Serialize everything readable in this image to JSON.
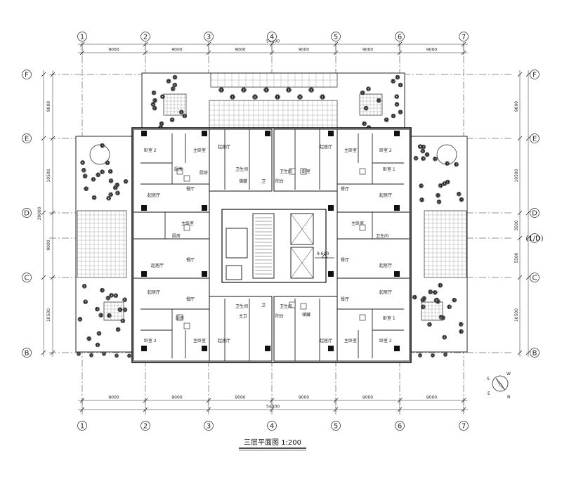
{
  "title": "三层平面图 1:200",
  "elevation": "9.600",
  "axes": {
    "columns": [
      "1",
      "2",
      "3",
      "4",
      "5",
      "6",
      "7"
    ],
    "rows": [
      "F",
      "E",
      "D",
      "(1/D)",
      "C",
      "B"
    ]
  },
  "dimensions": {
    "top_total": "54000",
    "bottom_total": "54000",
    "top_spans": [
      "9000",
      "9000",
      "9000",
      "9000",
      "9000",
      "9000"
    ],
    "bottom_spans": [
      "9000",
      "9000",
      "9000",
      "9000",
      "9000",
      "9000"
    ],
    "left_total": "39000",
    "left_spans": [
      "9000",
      "10500",
      "9000",
      "10500"
    ],
    "right_spans": [
      "9000",
      "10500",
      "3500",
      "5500",
      "10500"
    ]
  },
  "rooms": {
    "bedroom2": "卧室 2",
    "bedroom1": "卧室 1",
    "master": "主卧室",
    "living": "起居厅",
    "dining": "餐厅",
    "kitchen": "厨房",
    "bath": "卫生间",
    "wc": "卫",
    "master_bath": "主卫",
    "balcony": "阳台",
    "storage": "储藏",
    "bedroom_short": "卧室"
  },
  "compass": {
    "n": "N",
    "s": "S",
    "e": "E",
    "w": "W"
  },
  "colors": {
    "line": "#222222",
    "wall": "#111111",
    "tile": "#cfcfcf",
    "tree": "#333333"
  }
}
